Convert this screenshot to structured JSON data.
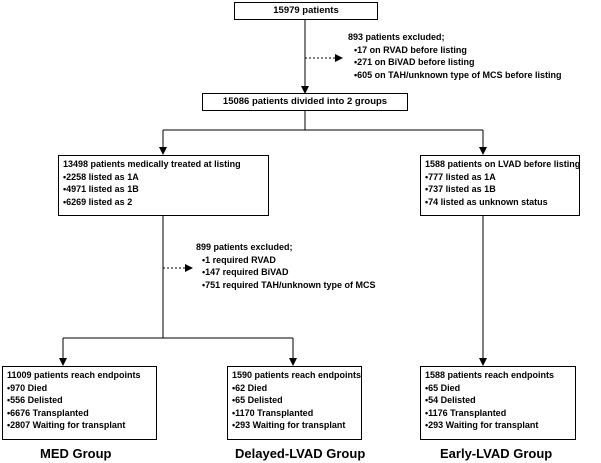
{
  "total": {
    "title": "15979 patients"
  },
  "excluded1": {
    "title": "893 patients excluded;",
    "items": [
      "•17 on RVAD before listing",
      "•271 on BiVAD before listing",
      "•605 on TAH/unknown type of MCS before listing"
    ]
  },
  "divided": {
    "title": "15086 patients divided into 2 groups"
  },
  "medical": {
    "title": "13498 patients medically treated at listing",
    "items": [
      "•2258 listed as 1A",
      "•4971 listed as 1B",
      "•6269 listed as 2"
    ]
  },
  "lvad": {
    "title": "1588 patients on LVAD before listing",
    "items": [
      "•777 listed as 1A",
      "•737 listed as 1B",
      "•74 listed as unknown status"
    ]
  },
  "excluded2": {
    "title": "899 patients excluded;",
    "items": [
      "•1 required RVAD",
      "•147 required BiVAD",
      "•751 required TAH/unknown type of MCS"
    ]
  },
  "med_end": {
    "title": "11009 patients reach endpoints",
    "items": [
      "•970 Died",
      "•556 Delisted",
      "•6676 Transplanted",
      "•2807 Waiting for transplant"
    ]
  },
  "delayed_end": {
    "title": "1590 patients reach endpoints",
    "items": [
      "•62 Died",
      "•65 Delisted",
      "•1170 Transplanted",
      "•293 Waiting for transplant"
    ]
  },
  "early_end": {
    "title": "1588 patients reach endpoints",
    "items": [
      "•65 Died",
      "•54 Delisted",
      "•1176 Transplanted",
      "•293 Waiting for transplant"
    ]
  },
  "groups": {
    "med": "MED Group",
    "delayed": "Delayed-LVAD Group",
    "early": "Early-LVAD Group"
  }
}
